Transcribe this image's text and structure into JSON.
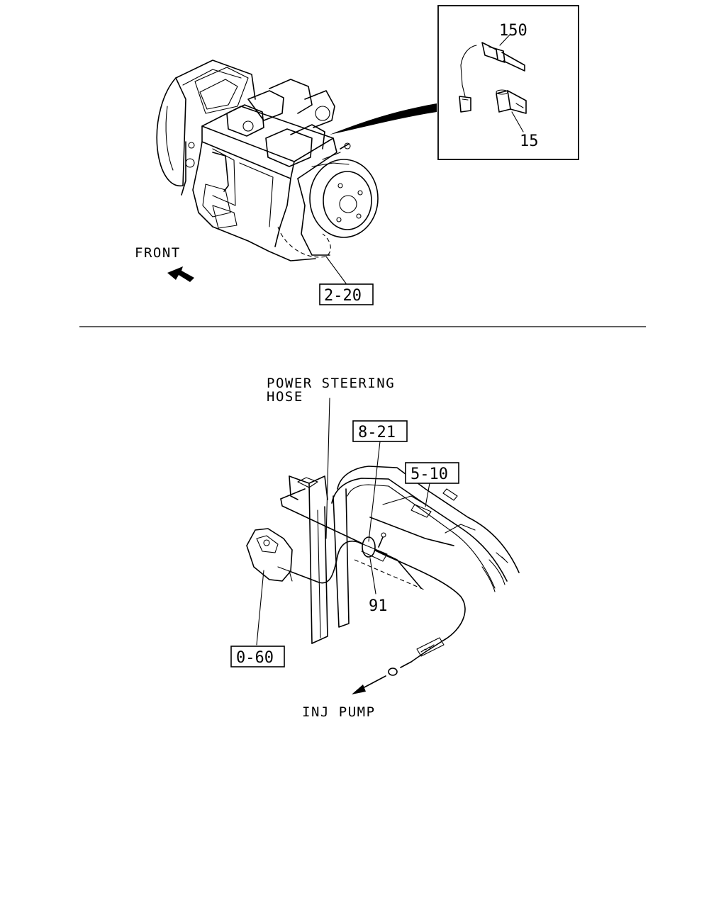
{
  "upper_view": {
    "front_label": "FRONT",
    "callout_150": "150",
    "callout_15": "15",
    "ref_box": "2-20"
  },
  "lower_view": {
    "power_steering_line1": "POWER STEERING",
    "power_steering_line2": "HOSE",
    "ref_box_top": "8-21",
    "ref_box_right": "5-10",
    "callout_91": "91",
    "ref_box_left": "0-60",
    "inj_pump_label": "INJ PUMP"
  }
}
